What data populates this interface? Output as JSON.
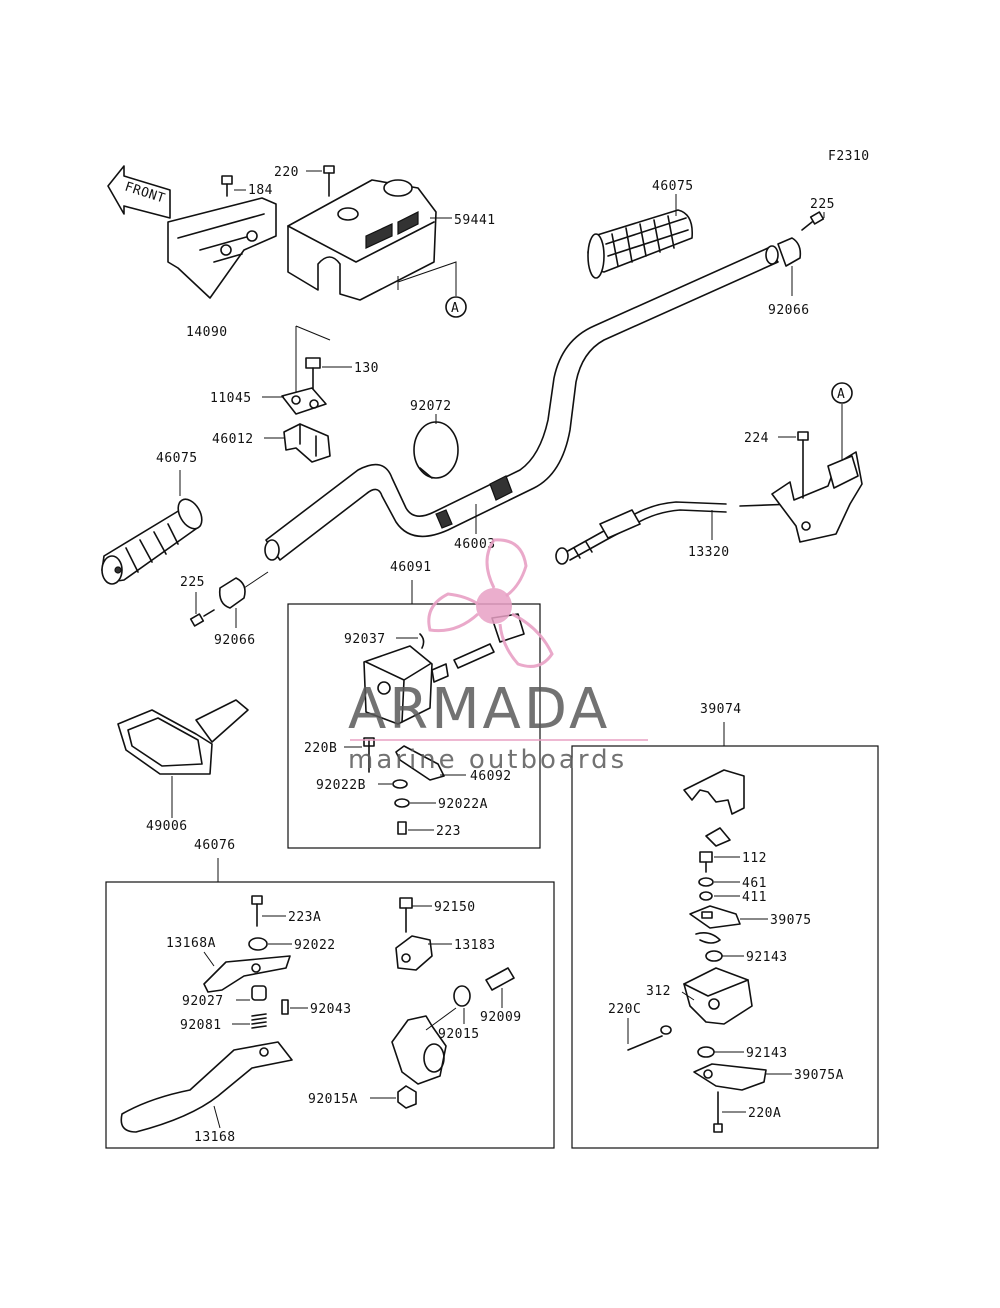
{
  "diagram_id": "F2310",
  "front_label": "FRONT",
  "watermark": {
    "brand": "ARMADA",
    "tagline": "marine outboards",
    "accent_color": "#e8a0c4",
    "text_color": "#5a5a5a"
  },
  "callout_a": "A",
  "parts": [
    "184",
    "220",
    "59441",
    "14090",
    "46075",
    "225",
    "92066",
    "130",
    "11045",
    "46012",
    "92072",
    "46003",
    "224",
    "13320",
    "46075",
    "225",
    "92066",
    "46091",
    "92037",
    "220B",
    "46092",
    "92022B",
    "92022A",
    "223",
    "49006",
    "39074",
    "112",
    "461",
    "411",
    "39075",
    "92143",
    "312",
    "220C",
    "92143",
    "39075A",
    "220A",
    "46076",
    "223A",
    "92150",
    "13168A",
    "92022",
    "13183",
    "92027",
    "92043",
    "92009",
    "92081",
    "92015",
    "92015A",
    "13168"
  ]
}
